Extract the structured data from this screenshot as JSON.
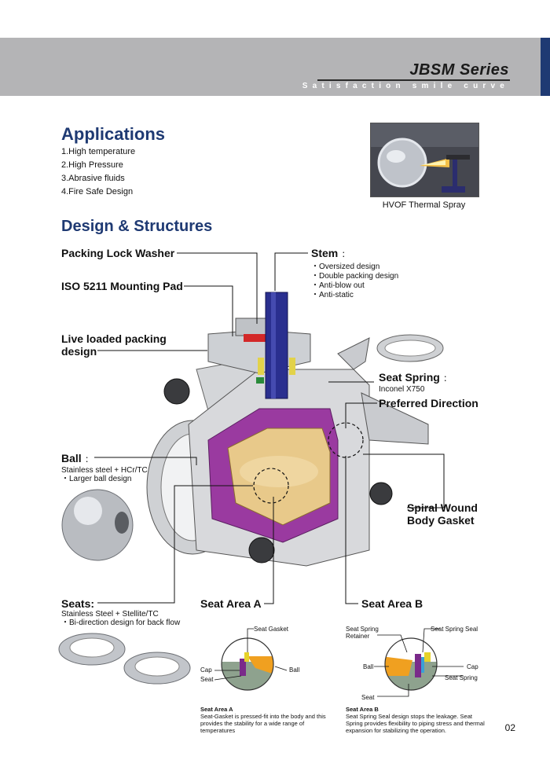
{
  "header": {
    "series": "JBSM Series",
    "tagline": "Satisfaction smile curve"
  },
  "applications": {
    "title": "Applications",
    "items": [
      "1.High temperature",
      "2.High Pressure",
      "3.Abrasive fluids",
      "4.Fire Safe Design"
    ]
  },
  "photo": {
    "caption": "HVOF Thermal Spray"
  },
  "design": {
    "title": "Design & Structures"
  },
  "labels": {
    "packing_lock_washer": "Packing Lock Washer",
    "iso_pad": "ISO 5211 Mounting Pad",
    "live_loaded_1": "Live loaded packing",
    "live_loaded_2": "design",
    "stem": "Stem",
    "stem_colon": "：",
    "stem_items": [
      "Oversized design",
      "Double packing design",
      "Anti-blow out",
      "Anti-static"
    ],
    "seat_spring": "Seat Spring",
    "seat_spring_colon": "：",
    "seat_spring_material": "Inconel X750",
    "preferred_direction": "Preferred Direction",
    "ball": "Ball",
    "ball_colon": "：",
    "ball_material": "Stainless steel + HCr/TC",
    "ball_items": [
      "Larger ball design"
    ],
    "spiral_1": "Spiral Wound",
    "spiral_2": "Body Gasket",
    "seats": "Seats:",
    "seats_material": "Stainless Steel + Stellite/TC",
    "seats_items": [
      "Bi-direction design for back flow"
    ],
    "seat_area_a": "Seat Area A",
    "seat_area_b": "Seat Area B"
  },
  "detail_a": {
    "seat_gasket": "Seat Gasket",
    "cap": "Cap",
    "seat": "Seat",
    "ball": "Ball",
    "title": "Seat Area A",
    "text": "Seat-Gasket is pressed-fit into the body and this provides the stability for a wide range of temperatures"
  },
  "detail_b": {
    "seat_spring_retainer_1": "Seat Spring",
    "seat_spring_retainer_2": "Retainer",
    "seat_spring_seal": "Seat Spring Seal",
    "ball": "Ball",
    "cap": "Cap",
    "seat_spring": "Seat Spring",
    "seat": "Seat",
    "title": "Seat Area B",
    "text": "Seat Spring Seal design stops the leakage. Seat Spring provides flexibility to piping stress and thermal expansion for stabilizing the operation."
  },
  "page_number": "02",
  "colors": {
    "navy": "#1f3a73",
    "header_gray": "#b4b4b6",
    "stem_blue": "#2a2f8f",
    "liner_purple": "#9a3aa0",
    "ball_gold": "#e8c98a",
    "seat_orange": "#f0a020"
  }
}
